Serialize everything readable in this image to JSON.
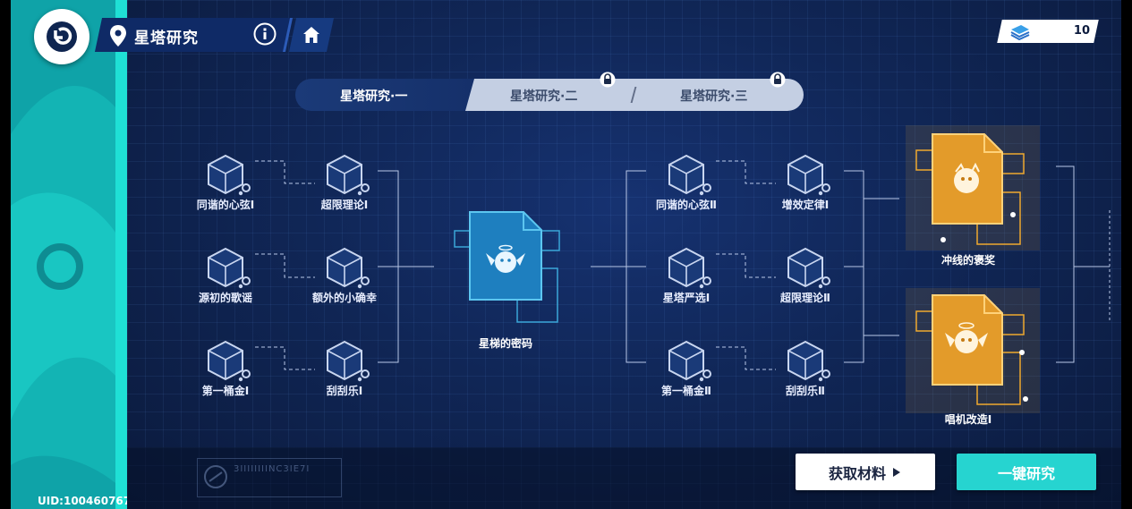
{
  "header": {
    "title": "星塔研究",
    "currency_value": "10"
  },
  "tabs": [
    {
      "label": "星塔研究·一",
      "active": true,
      "locked": false
    },
    {
      "label": "星塔研究·二",
      "active": false,
      "locked": true
    },
    {
      "label": "星塔研究·三",
      "active": false,
      "locked": true
    }
  ],
  "tree1": {
    "col1": [
      "同谐的心弦Ⅰ",
      "源初的歌谣",
      "第一桶金Ⅰ"
    ],
    "col2": [
      "超限理论Ⅰ",
      "额外的小确幸",
      "刮刮乐Ⅰ"
    ],
    "center": "星梯的密码"
  },
  "tree2": {
    "col1": [
      "同谐的心弦Ⅱ",
      "星塔严选Ⅰ",
      "第一桶金Ⅱ"
    ],
    "col2": [
      "增效定律Ⅰ",
      "超限理论Ⅱ",
      "刮刮乐Ⅱ"
    ],
    "finals": [
      "冲线的褒奖",
      "唱机改造Ⅰ"
    ]
  },
  "stamp_text": "3IIIIIIIINC3IE7I",
  "buttons": {
    "materials": "获取材料",
    "research": "一键研究"
  },
  "uid": "UID:100460767",
  "colors": {
    "accent_teal": "#26d4d0",
    "gold": "#f0a92e",
    "node_blue": "#2aa0d8"
  }
}
